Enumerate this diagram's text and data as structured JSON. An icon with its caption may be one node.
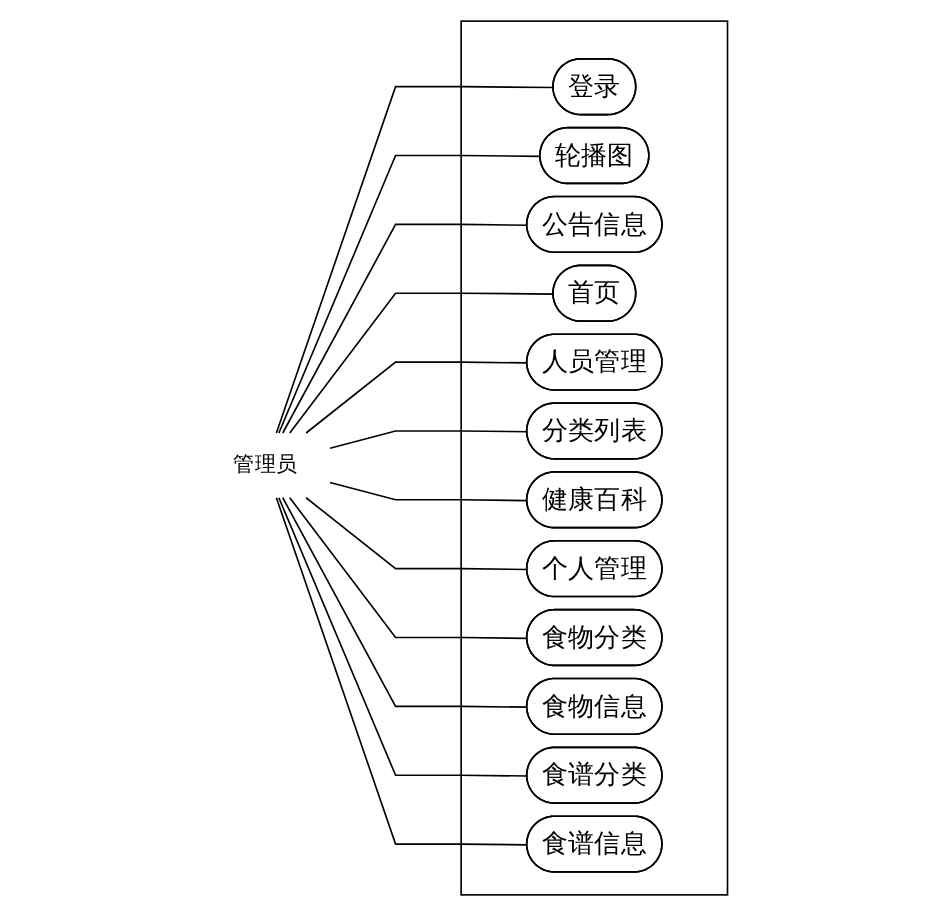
{
  "diagram": {
    "nodes": [
      {
        "text": [
          "管理员"
        ]
      },
      {
        "text": [],
        "shape": "box"
      },
      {
        "text": [
          "登录"
        ],
        "in": 1
      },
      {
        "text": [
          "轮播图"
        ],
        "in": 1
      },
      {
        "text": [
          "公告信息"
        ],
        "in": 1
      },
      {
        "text": [
          "首页"
        ],
        "in": 1
      },
      {
        "text": [
          "人员管理"
        ],
        "in": 1
      },
      {
        "text": [
          "分类列表"
        ],
        "in": 1
      },
      {
        "text": [
          "健康百科"
        ],
        "in": 1
      },
      {
        "text": [
          "个人管理"
        ],
        "in": 1
      },
      {
        "text": [
          "食物分类"
        ],
        "in": 1
      },
      {
        "text": [
          "食物信息"
        ],
        "in": 1
      },
      {
        "text": [
          "食谱分类"
        ],
        "in": 1
      },
      {
        "text": [
          "食谱信息"
        ],
        "in": 1
      }
    ],
    "edges": [
      {
        "from": 0,
        "to": 2,
        "arrow": "none"
      },
      {
        "from": 0,
        "to": 3,
        "arrow": "none"
      },
      {
        "from": 0,
        "to": 4,
        "arrow": "none"
      },
      {
        "from": 0,
        "to": 5,
        "arrow": "none"
      },
      {
        "from": 0,
        "to": 6,
        "arrow": "none"
      },
      {
        "from": 0,
        "to": 7,
        "arrow": "none"
      },
      {
        "from": 0,
        "to": 8,
        "arrow": "none"
      },
      {
        "from": 0,
        "to": 9,
        "arrow": "none"
      },
      {
        "from": 0,
        "to": 10,
        "arrow": "none"
      },
      {
        "from": 0,
        "to": 11,
        "arrow": "none"
      },
      {
        "from": 0,
        "to": 12,
        "arrow": "none"
      },
      {
        "from": 0,
        "to": 13,
        "arrow": "none"
      }
    ]
  }
}
